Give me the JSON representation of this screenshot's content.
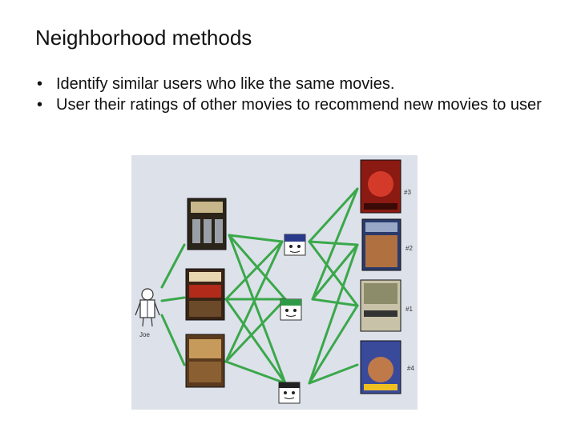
{
  "slide": {
    "title": "Neighborhood methods",
    "bullets": [
      "Identify similar users who like the same movies.",
      "User their ratings of other movies to recommend new movies to user"
    ],
    "bullet_symbol": "•"
  },
  "figure": {
    "target_user_label": "Joe",
    "recommendation_ranks": [
      "#3",
      "#2",
      "#1",
      "#4"
    ],
    "line_color": "#3aa84a",
    "background_color": "#dde1ea"
  }
}
